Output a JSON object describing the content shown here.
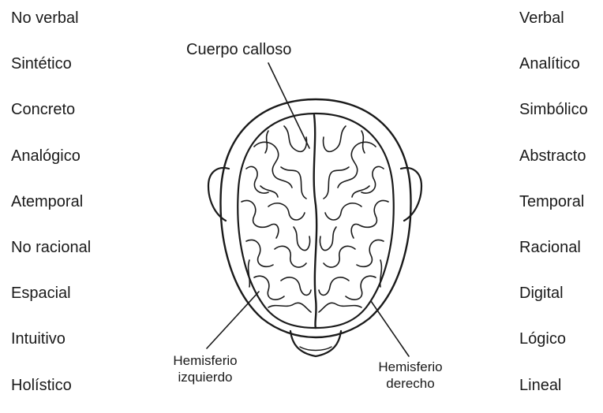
{
  "left_traits": [
    "No verbal",
    "Sintético",
    "Concreto",
    "Analógico",
    "Atemporal",
    "No racional",
    "Espacial",
    "Intuitivo",
    "Holístico"
  ],
  "right_traits": [
    "Verbal",
    "Analítico",
    "Simbólico",
    "Abstracto",
    "Temporal",
    "Racional",
    "Digital",
    "Lógico",
    "Lineal"
  ],
  "labels": {
    "corpus_callosum": "Cuerpo calloso",
    "left_hemisphere_line1": "Hemisferio",
    "left_hemisphere_line2": "izquierdo",
    "right_hemisphere_line1": "Hemisferio",
    "right_hemisphere_line2": "derecho"
  }
}
